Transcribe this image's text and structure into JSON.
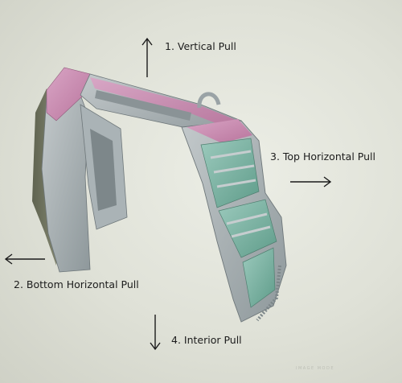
{
  "labels": {
    "vertical": "1. Vertical Pull",
    "bottom_horizontal": "2. Bottom Horizontal Pull",
    "top_horizontal": "3. Top Horizontal Pull",
    "interior": "4. Interior Pull"
  },
  "watermark": "IMAGE MODE",
  "colors": {
    "background": "#dfe1d7",
    "vertical_face": "#c98ab0",
    "horizontal_face": "#a5aeb1",
    "interior_face": "#7bb6a4",
    "shadow_face": "#6f735d",
    "arrow": "#1a1a1a"
  }
}
